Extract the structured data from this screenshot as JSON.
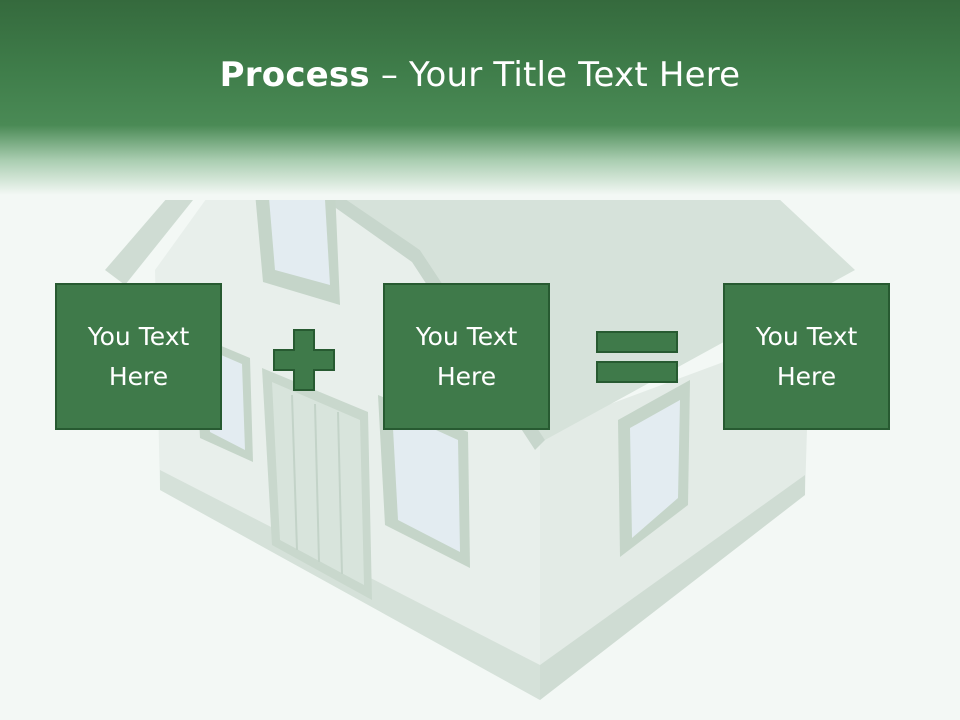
{
  "title": {
    "bold": "Process",
    "separator": " – ",
    "rest": "Your Title Text Here"
  },
  "boxes": [
    {
      "text": "You Text Here"
    },
    {
      "text": "You Text Here"
    },
    {
      "text": "You Text Here"
    }
  ],
  "colors": {
    "header": "#3f7d4a",
    "box_fill": "#3f7a4a",
    "box_border": "#275a31",
    "text": "#ffffff"
  },
  "icons": [
    "plus-sign-icon",
    "equals-sign-icon"
  ]
}
